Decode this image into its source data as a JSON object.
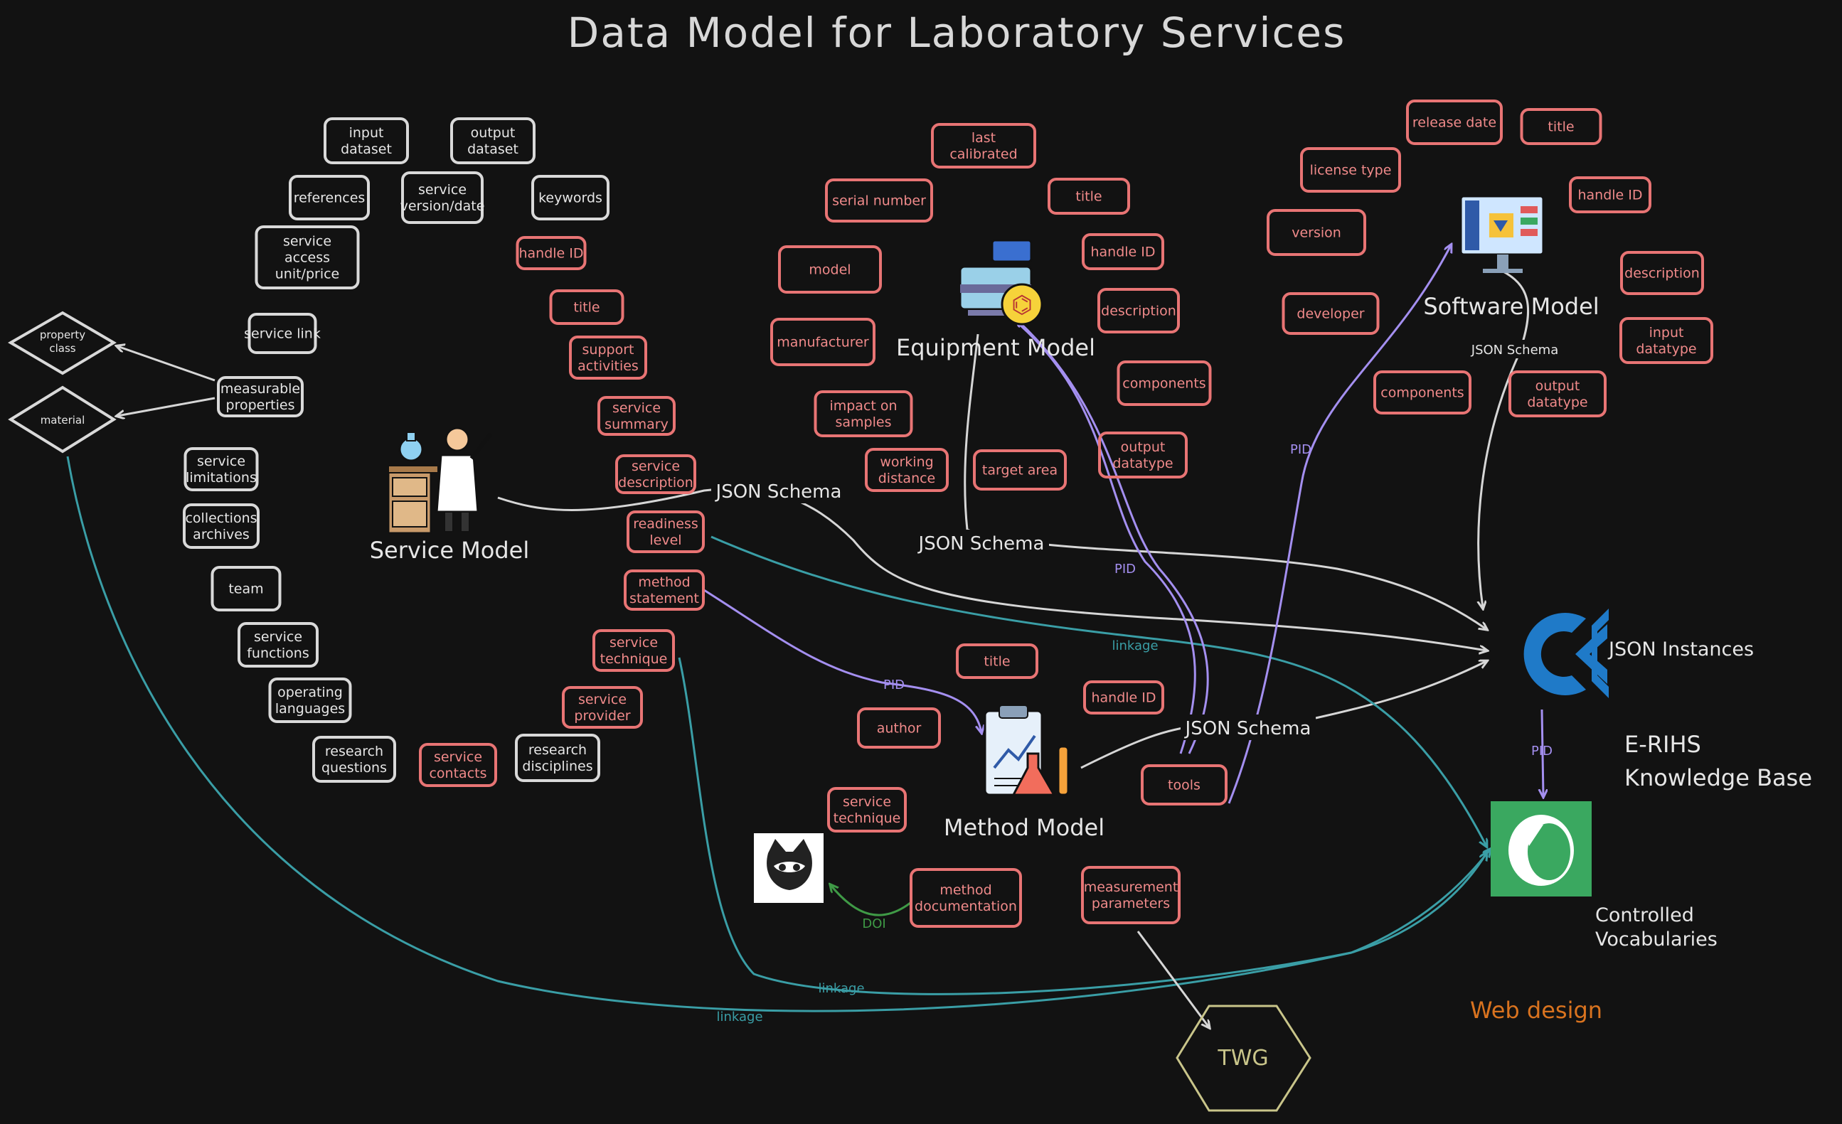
{
  "title": "Data Model for Laboratory Services",
  "models": {
    "service": "Service Model",
    "equipment": "Equipment Model",
    "software": "Software Model",
    "method": "Method Model"
  },
  "targets": {
    "json_instances": "JSON Instances",
    "knowledge_base_line1": "E-RIHS",
    "knowledge_base_line2": "Knowledge Base",
    "vocab_line1": "Controlled",
    "vocab_line2": "Vocabularies",
    "web_design": "Web design",
    "twg": "TWG"
  },
  "edge_labels": {
    "json_schema": "JSON Schema",
    "pid": "PID",
    "linkage": "linkage",
    "doi": "DOI"
  },
  "service_white": [
    "input|dataset",
    "output|dataset",
    "references",
    "service|version/date",
    "keywords",
    "service|access|unit/price",
    "service link",
    "measurable|properties",
    "service|limitations",
    "collections|archives",
    "team",
    "service|functions",
    "operating|languages",
    "research|questions",
    "research|disciplines"
  ],
  "service_red": [
    "handle ID",
    "title",
    "support|activities",
    "service|summary",
    "service|description",
    "readiness|level",
    "method|statement",
    "service|technique",
    "service|provider",
    "service|contacts"
  ],
  "diamonds": [
    "property|class",
    "material"
  ],
  "equipment": [
    "last|calibrated",
    "serial number",
    "title",
    "handle ID",
    "model",
    "description",
    "manufacturer",
    "components",
    "impact on|samples",
    "working|distance",
    "target area",
    "output|datatype"
  ],
  "software": [
    "release date",
    "title",
    "license type",
    "handle ID",
    "version",
    "description",
    "developer",
    "input|datatype",
    "components",
    "output|datatype"
  ],
  "method": [
    "title",
    "handle ID",
    "author",
    "tools",
    "service|technique",
    "method|documentation",
    "measurement|parameters"
  ],
  "colors": {
    "background": "#121212",
    "white_node": "#d9d9d9",
    "red_node": "#e87474",
    "teal_edge": "#3a9ea6",
    "purple_edge": "#a48ff0",
    "green_edge": "#3f9a46",
    "web_design": "#d9731f",
    "twg_border": "#c9c58a"
  },
  "icons": [
    "scientist-icon",
    "lab-equipment-icon",
    "computer-monitor-icon",
    "clipboard-chart-icon",
    "json-instances-logo",
    "vocabularies-logo",
    "raccoon-logo"
  ]
}
